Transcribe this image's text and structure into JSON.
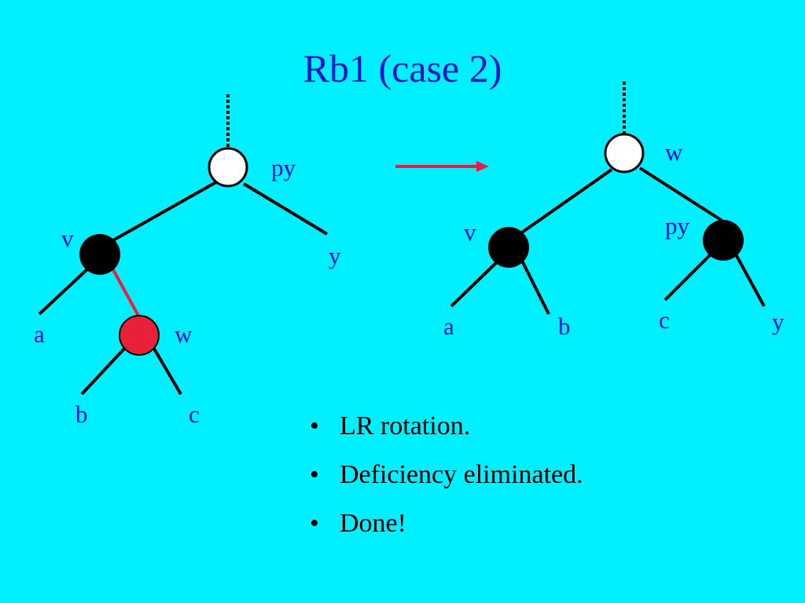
{
  "title": "Rb1 (case 2)",
  "colors": {
    "background": "#00f0ff",
    "text": "#1414c8",
    "red_node": "#e8203a",
    "black_node": "#000000",
    "white_node": "#ffffff",
    "arrow": "#e0204a"
  },
  "before_tree": {
    "nodes": [
      {
        "id": "py",
        "label": "py",
        "color": "white"
      },
      {
        "id": "v",
        "label": "v",
        "color": "black"
      },
      {
        "id": "w",
        "label": "w",
        "color": "red"
      }
    ],
    "subtrees": [
      "a",
      "b",
      "c",
      "y"
    ],
    "edges": [
      [
        "parent",
        "py",
        "dotted"
      ],
      [
        "py",
        "v",
        "black"
      ],
      [
        "py",
        "y",
        "black"
      ],
      [
        "v",
        "a",
        "black"
      ],
      [
        "v",
        "w",
        "red"
      ],
      [
        "w",
        "b",
        "black"
      ],
      [
        "w",
        "c",
        "black"
      ]
    ]
  },
  "after_tree": {
    "nodes": [
      {
        "id": "w",
        "label": "w",
        "color": "white"
      },
      {
        "id": "v",
        "label": "v",
        "color": "black"
      },
      {
        "id": "py",
        "label": "py",
        "color": "black"
      }
    ],
    "subtrees": [
      "a",
      "b",
      "c",
      "y"
    ],
    "edges": [
      [
        "parent",
        "w",
        "dotted"
      ],
      [
        "w",
        "v",
        "black"
      ],
      [
        "w",
        "py",
        "black"
      ],
      [
        "v",
        "a",
        "black"
      ],
      [
        "v",
        "b",
        "black"
      ],
      [
        "py",
        "c",
        "black"
      ],
      [
        "py",
        "y",
        "black"
      ]
    ]
  },
  "bullets": [
    "LR rotation.",
    "Deficiency eliminated.",
    "Done!"
  ],
  "bullet_symbol": "•"
}
